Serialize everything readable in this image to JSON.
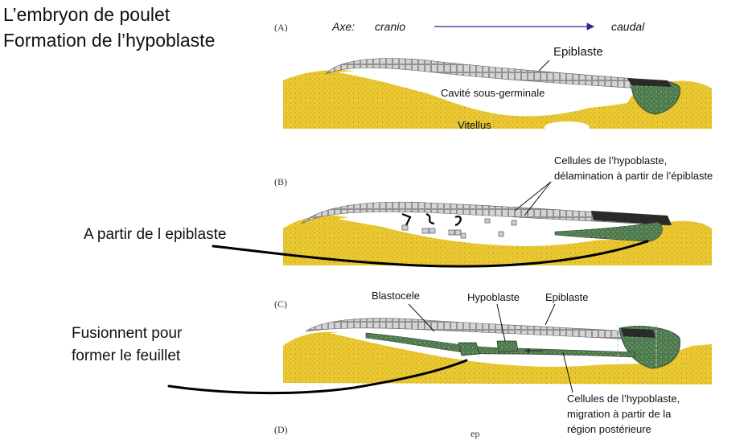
{
  "title": {
    "line1": "L’embryon de poulet",
    "line2": "Formation de l’hypoblaste"
  },
  "axis": {
    "label": "Axe:",
    "start": "cranio",
    "end": "caudal"
  },
  "panels": {
    "a": "(A)",
    "b": "(B)",
    "c": "(C)",
    "d": "(D)"
  },
  "panel_a": {
    "epiblast": "Epiblaste",
    "cavity": "Cavité sous-germinale",
    "yolk": "Vitellus"
  },
  "panel_b": {
    "hypoblast_cells_line1": "Cellules de l’hypoblaste,",
    "hypoblast_cells_line2": "délamination à partir de l’épiblaste"
  },
  "panel_c": {
    "blastocoel": "Blastocele",
    "hypoblast": "Hypoblaste",
    "epiblast": "Epiblaste",
    "migration_line1": "Cellules de l’hypoblaste,",
    "migration_line2": "migration à partir de la",
    "migration_line3": "région postérieure"
  },
  "panel_d_caption": "ep",
  "annotations": {
    "from_epiblast": "A partir de l epiblaste",
    "fuse_line1": "Fusionnent pour",
    "fuse_line2": "former le feuillet"
  },
  "colors": {
    "yolk": "#e9c832",
    "yolk_dark": "#c9a21a",
    "epiblast_cells": "#c8c8c8",
    "posterior_dark": "#2a2a2a",
    "hypoblast_green": "#5f8f5f",
    "axis_arrow": "#2a2a8a"
  }
}
